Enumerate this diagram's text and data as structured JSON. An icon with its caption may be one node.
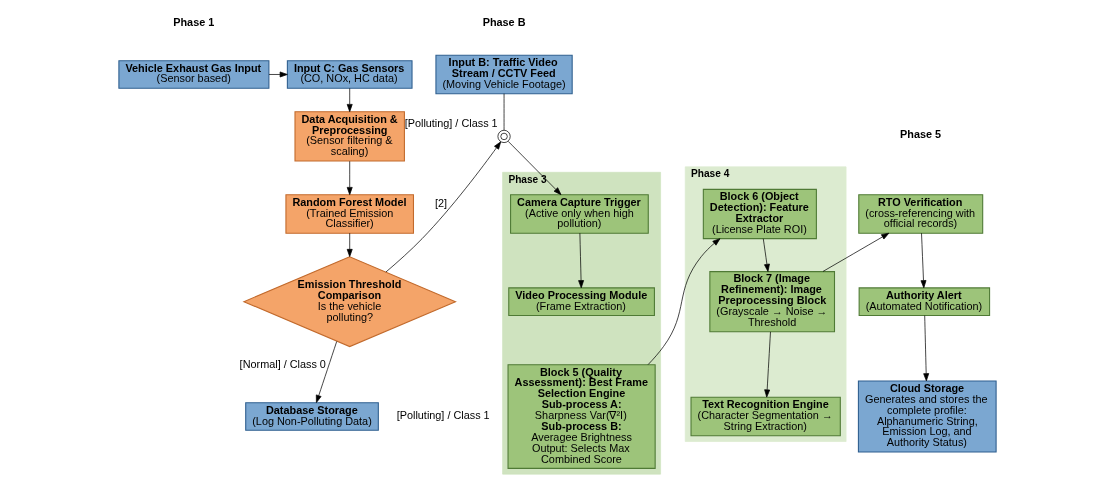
{
  "diagram": {
    "nodes": [
      {
        "text": [
          "Vehicle Exhaust Gas Input",
          "(Sensor based)"
        ]
      },
      {
        "text": [
          "Input C: Gas Sensors",
          "(CO, NOx, HC data)"
        ]
      },
      {
        "text": [
          "Data Acquisition & Preprocessing",
          "(Sensor filtering & scaling)"
        ]
      },
      {
        "text": [
          "Random Forest Model",
          "(Trained Emission Classifier)"
        ]
      },
      {
        "text": [
          "Emission Threshold Comparison",
          "Is the vehicle polluting?"
        ]
      },
      {
        "text": [
          "Database Storage",
          "(Log Non-Polluting Data)"
        ]
      },
      {
        "text": [
          "Input B: Traffic Video Stream / CCTV Feed",
          "(Moving Vehicle Footage)"
        ]
      },
      {
        "text": [],
        "shape": "switch",
        "beside": [
          "[Polluting] / Class 1"
        ]
      },
      {
        "text": [
          "Phase 3"
        ]
      },
      {
        "text": [
          "Camera Capture Trigger",
          "(Active only when high pollution)"
        ],
        "in": 8
      },
      {
        "text": [
          "Video Processing Module",
          "(Frame Extraction)"
        ],
        "in": 8
      },
      {
        "text": [
          "Block 5 (Quality Assessment): Best Frame Selection Engine",
          "Sub-process A:",
          "Sharpness Var(∇²I)",
          "Sub-process B:",
          "Averagee Brightness",
          "Output: Selects Max Combined Score"
        ],
        "in": 8
      },
      {
        "text": [
          "Phase 4"
        ]
      },
      {
        "text": [
          "Block 6 (Object Detection): Feature Extractor",
          "(License Plate ROI)"
        ],
        "in": 12
      },
      {
        "text": [
          "Block 7 (Image Refinement): Image Preprocessing Block",
          "(Grayscale → Noise → Threshold"
        ],
        "in": 12
      },
      {
        "text": [
          "Text Recognition Engine",
          "(Character Segmentation → String Extraction)"
        ],
        "in": 12
      },
      {
        "text": [
          "RTO Verification",
          "(cross-referencing with official records)"
        ]
      },
      {
        "text": [
          "Authority Alert",
          "(Automated Notification)"
        ]
      },
      {
        "text": [
          "Cloud Storage",
          "Generates and stores the complete profile: Alphanumeric String, Emission Log, and Authority Status)"
        ]
      }
    ],
    "edges": [
      {
        "from": 0,
        "to": 1,
        "arrow": "to"
      },
      {
        "from": 1,
        "to": 2,
        "arrow": "to"
      },
      {
        "from": 2,
        "to": 3,
        "arrow": "to"
      },
      {
        "from": 3,
        "to": 4,
        "arrow": "to"
      },
      {
        "from": 4,
        "to": 5,
        "arrow": "to",
        "label": "[Normal] / Class 0"
      },
      {
        "from": 6,
        "to": 7,
        "arrow": "none"
      },
      {
        "from": 4,
        "to": 7,
        "arrow": "to",
        "label": "[2]"
      },
      {
        "from": 7,
        "to": 9,
        "arrow": "to"
      },
      {
        "from": 9,
        "to": 10,
        "arrow": "to"
      },
      {
        "from": 11,
        "to": 13,
        "arrow": "to"
      },
      {
        "from": 13,
        "to": 14,
        "arrow": "to"
      },
      {
        "from": 14,
        "to": 15,
        "arrow": "to"
      },
      {
        "from": 14,
        "to": 16,
        "arrow": "to"
      },
      {
        "from": 16,
        "to": 17,
        "arrow": "to"
      },
      {
        "from": 17,
        "to": 18,
        "arrow": "to"
      }
    ],
    "labels": [
      "Phase 1",
      "Phase B",
      "Phase 5",
      "[Polluting] / Class 1"
    ]
  }
}
